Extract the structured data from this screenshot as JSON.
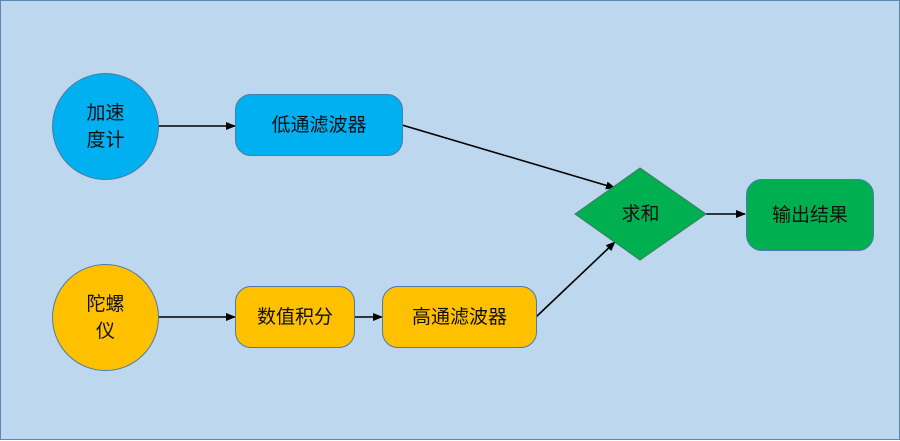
{
  "diagram": {
    "nodes": {
      "accelerometer": {
        "label": "加速\n度计",
        "shape": "circle",
        "color": "#00b0f0"
      },
      "lowpass": {
        "label": "低通滤波器",
        "shape": "rounded-rect",
        "color": "#00b0f0"
      },
      "gyroscope": {
        "label": "陀螺\n仪",
        "shape": "circle",
        "color": "#ffc000"
      },
      "integration": {
        "label": "数值积分",
        "shape": "rounded-rect",
        "color": "#ffc000"
      },
      "highpass": {
        "label": "高通滤波器",
        "shape": "rounded-rect",
        "color": "#ffc000"
      },
      "sum": {
        "label": "求和",
        "shape": "diamond",
        "color": "#00b050"
      },
      "output": {
        "label": "输出结果",
        "shape": "rounded-rect",
        "color": "#00b050"
      }
    },
    "edges": [
      {
        "from": "accelerometer",
        "to": "lowpass"
      },
      {
        "from": "lowpass",
        "to": "sum"
      },
      {
        "from": "gyroscope",
        "to": "integration"
      },
      {
        "from": "integration",
        "to": "highpass"
      },
      {
        "from": "highpass",
        "to": "sum"
      },
      {
        "from": "sum",
        "to": "output"
      }
    ],
    "colors": {
      "background": "#bdd7ee",
      "edge": "#000000"
    }
  }
}
